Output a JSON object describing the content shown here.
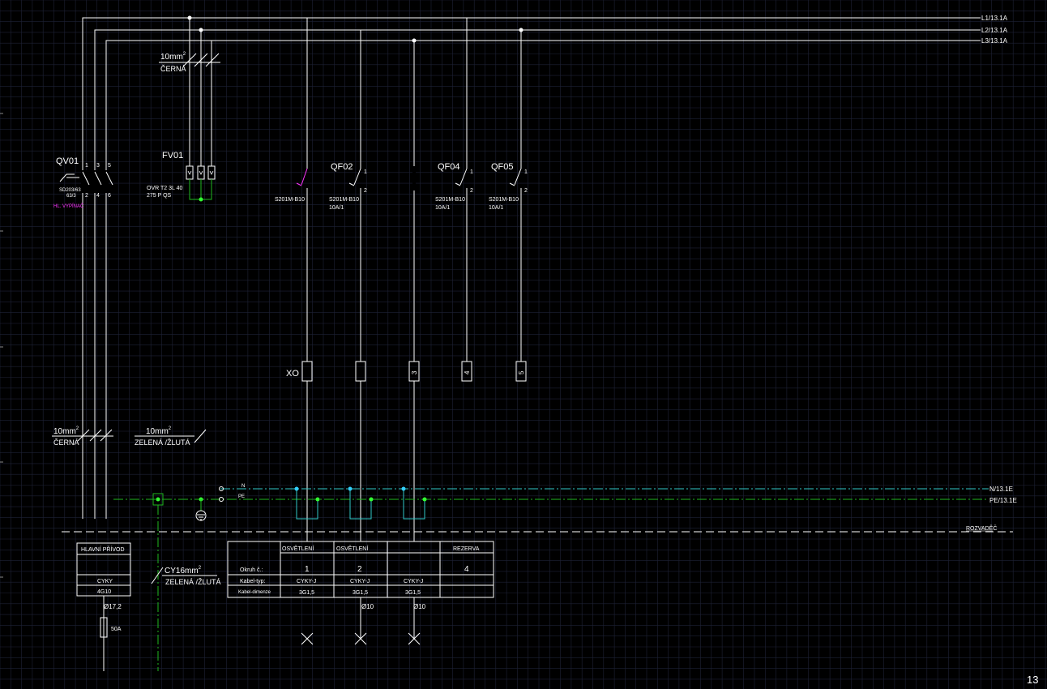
{
  "colors": {
    "background": "#000000",
    "grid": "#1e2236",
    "wire": "#ffffff",
    "neutral": "#2fc8c8",
    "pe": "#1fb81f",
    "node_neutral": "#33d0ff",
    "node_pe": "#33ff33",
    "highlight": "#ff33ff"
  },
  "buses": {
    "l1": "L1/13.1A",
    "l2": "L2/13.1A",
    "l3": "L3/13.1A",
    "n_short": "N",
    "pe_short": "PE",
    "n_ref": "N/13.1E",
    "pe_ref": "PE/13.1E"
  },
  "cables": {
    "top_size": "10mm",
    "top_color": "ČERNÁ",
    "bottom_size": "10mm",
    "bottom_color": "ČERNÁ",
    "pe_size": "10mm",
    "pe_color": "ZELENÁ /ŽLUTÁ",
    "cy_size": "CY16mm",
    "cy_color": "ZELENÁ /ŽLUTÁ",
    "sup": "2"
  },
  "main_switch": {
    "id": "QV01",
    "poles_top": [
      "1",
      "3",
      "5"
    ],
    "poles_bottom": [
      "2",
      "4",
      "6"
    ],
    "type": "SD203/63",
    "rating": "63/3",
    "note": "HL. VYPÍNAČ"
  },
  "surge": {
    "id": "FV01",
    "type": "OVR T2 3L 40",
    "rating": "275 P QS"
  },
  "breakers": [
    {
      "id": "",
      "type": "S201M-B10",
      "rating": ""
    },
    {
      "id": "QF02",
      "type": "S201M-B10",
      "rating": "10A/1"
    },
    {
      "id": "QF04",
      "type": "S201M-B10",
      "rating": "10A/1"
    },
    {
      "id": "QF05",
      "type": "S201M-B10",
      "rating": "10A/1"
    }
  ],
  "pin_top": "1",
  "pin_bottom": "2",
  "terminals": [
    {
      "label": "XO",
      "num": ""
    },
    {
      "label": "",
      "num": ""
    },
    {
      "label": "",
      "num": "3"
    },
    {
      "label": "",
      "num": "4"
    },
    {
      "label": "",
      "num": "5"
    }
  ],
  "enclosure_label": "ROZVADĚČ",
  "supply": {
    "header": "HLAVNÍ PŘÍVOD",
    "cable": "CYKY",
    "cores": "4G10",
    "diameter": "Ø17,2",
    "fuse": "50A"
  },
  "circuit_table": {
    "headers": [
      "",
      "OSVĚTLENÍ",
      "OSVĚTLENÍ",
      "",
      "REZERVA"
    ],
    "rows": [
      {
        "label": "Okruh č.:",
        "cells": [
          "1",
          "2",
          "",
          "4"
        ]
      },
      {
        "label": "Kabel-typ:",
        "cells": [
          "CYKY-J",
          "CYKY-J",
          "CYKY-J",
          ""
        ]
      },
      {
        "label": "Kabel-dimenze",
        "cells": [
          "3G1,5",
          "3G1,5",
          "3G1,5",
          ""
        ]
      }
    ],
    "diameters": [
      "Ø10",
      "Ø10"
    ]
  },
  "page_number": "13"
}
